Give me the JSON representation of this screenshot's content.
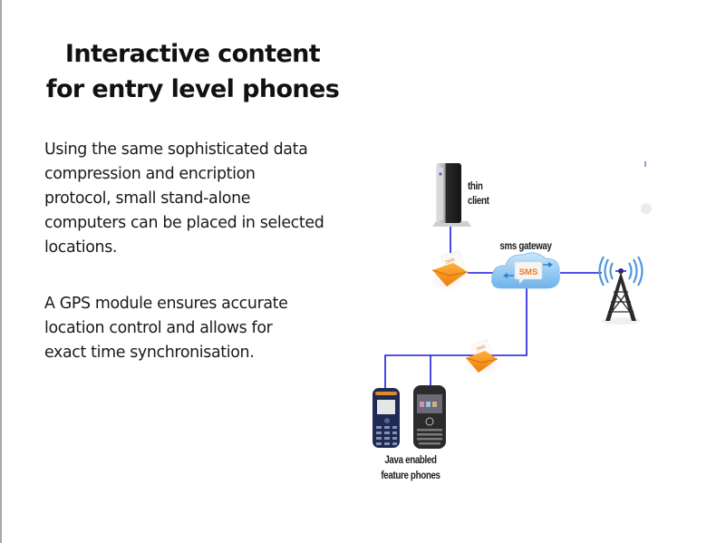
{
  "slide": {
    "title_line1": "Interactive content",
    "title_line2": "for entry level phones",
    "paragraphs": [
      {
        "lines": [
          "Using the same sophisticated data",
          "compression and encription",
          "protocol, small stand-alone",
          "computers can be placed in selected",
          "locations."
        ]
      },
      {
        "lines": [
          "A GPS module ensures accurate",
          "location control and allows for",
          "exact time synchronisation."
        ]
      }
    ]
  },
  "diagram": {
    "connector_color": "#1a1adc",
    "nodes": {
      "thin_client": {
        "label_line1": "thin",
        "label_line2": "client",
        "icon": "thin-client-computer-icon"
      },
      "sms_gateway": {
        "label": "sms gateway",
        "badge": "SMS",
        "icon": "cloud-icon"
      },
      "tower": {
        "icon": "cell-tower-icon"
      },
      "envelope_top": {
        "badge": "SMS",
        "icon": "sms-envelope-icon"
      },
      "envelope_bottom": {
        "badge": "SMS",
        "icon": "sms-envelope-icon"
      },
      "phones": {
        "label_line1": "Java enabled",
        "label_line2": "feature phones",
        "icon": "feature-phone-icon"
      }
    }
  }
}
